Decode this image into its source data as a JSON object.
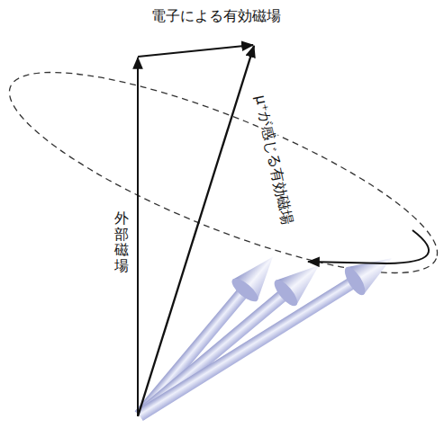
{
  "diagram": {
    "labels": [
      "電子による有効磁場",
      "μ⁺が感じる有効磁場",
      "外部磁場"
    ]
  }
}
